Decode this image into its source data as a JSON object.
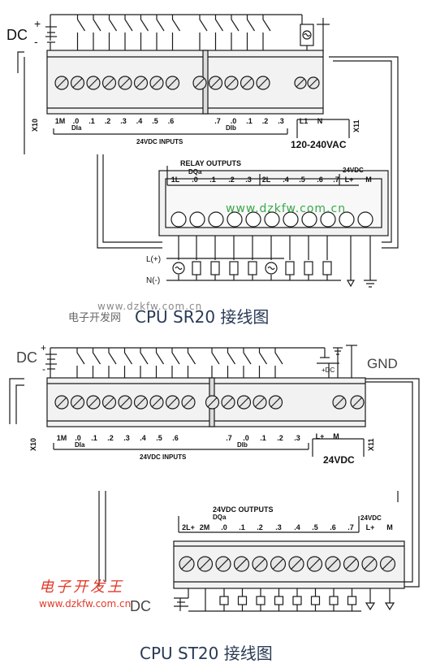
{
  "sr20": {
    "dc_label": "DC",
    "plus": "+",
    "minus": "-",
    "x10": "X10",
    "x11": "X11",
    "dia_labels": [
      "1M",
      ".0",
      ".1",
      ".2",
      ".3",
      ".4",
      ".5",
      ".6"
    ],
    "dib_labels": [
      ".7",
      ".0",
      ".1",
      ".2",
      ".3"
    ],
    "dia_group": "DIa",
    "dib_group": "DIb",
    "inputs_title": "24VDC INPUTS",
    "power_labels": [
      "L1",
      "N"
    ],
    "power_title": "120-240VAC",
    "relay_title": "RELAY OUTPUTS",
    "dqa_group": "DQa",
    "relay_labels": [
      "1L",
      ".0",
      ".1",
      ".2",
      ".3",
      "2L",
      ".4",
      ".5",
      ".6",
      ".7"
    ],
    "sensor_title": "24VDC",
    "sensor_labels": [
      "L+",
      "M"
    ],
    "l_label": "L(+)",
    "n_label": "N(-)",
    "watermark": "www.dzkfw.com.cn",
    "site_name": "电子开发网",
    "caption": "CPU SR20 接线图"
  },
  "st20": {
    "dc_label": "DC",
    "plus": "+",
    "minus": "-",
    "gnd_label": "GND",
    "dc_small": "+DC",
    "x10": "X10",
    "x11": "X11",
    "dia_labels": [
      "1M",
      ".0",
      ".1",
      ".2",
      ".3",
      ".4",
      ".5",
      ".6"
    ],
    "dib_labels": [
      ".7",
      ".0",
      ".1",
      ".2",
      ".3"
    ],
    "dia_group": "DIa",
    "dib_group": "DIb",
    "inputs_title": "24VDC INPUTS",
    "power_labels": [
      "L+",
      "M"
    ],
    "power_title": "24VDC",
    "outputs_title": "24VDC OUTPUTS",
    "dqa_group": "DQa",
    "output_labels": [
      "2L+",
      "2M",
      ".0",
      ".1",
      ".2",
      ".3",
      ".4",
      ".5",
      ".6",
      ".7"
    ],
    "sensor_title": "24VDC",
    "sensor_labels": [
      "L+",
      "M"
    ],
    "dc_bottom": "DC",
    "logo_text": "电子开发王",
    "watermark": "www.dzkfw.com.cn",
    "caption": "CPU ST20 接线图"
  },
  "colors": {
    "line": "#1a1a1a",
    "terminal_fill": "#e6e6e6",
    "caption": "#2a3a55",
    "watermark_green": "#3aa84a",
    "watermark_gray": "#8a8a8a",
    "logo_red": "#e23a2a"
  }
}
